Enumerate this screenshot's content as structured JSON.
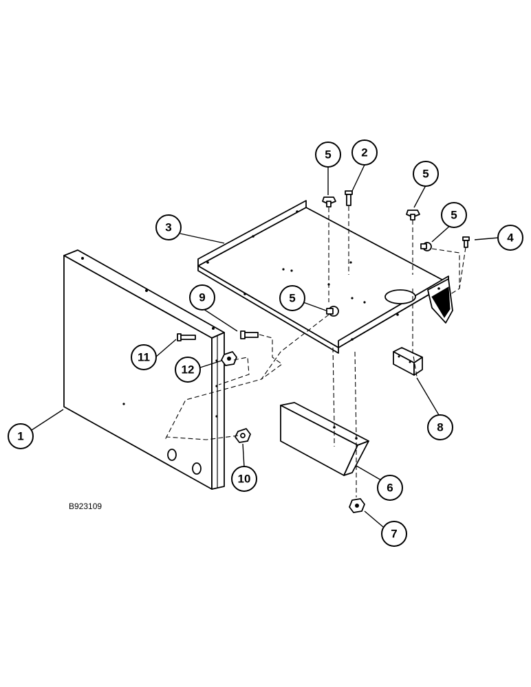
{
  "figure_id": "B923109",
  "callouts": [
    {
      "id": "c1",
      "label": "1"
    },
    {
      "id": "c2",
      "label": "2"
    },
    {
      "id": "c3",
      "label": "3"
    },
    {
      "id": "c4",
      "label": "4"
    },
    {
      "id": "c5a",
      "label": "5"
    },
    {
      "id": "c5b",
      "label": "5"
    },
    {
      "id": "c5c",
      "label": "5"
    },
    {
      "id": "c5d",
      "label": "5"
    },
    {
      "id": "c6",
      "label": "6"
    },
    {
      "id": "c7",
      "label": "7"
    },
    {
      "id": "c8",
      "label": "8"
    },
    {
      "id": "c9",
      "label": "9"
    },
    {
      "id": "c10",
      "label": "10"
    },
    {
      "id": "c11",
      "label": "11"
    },
    {
      "id": "c12",
      "label": "12"
    }
  ]
}
